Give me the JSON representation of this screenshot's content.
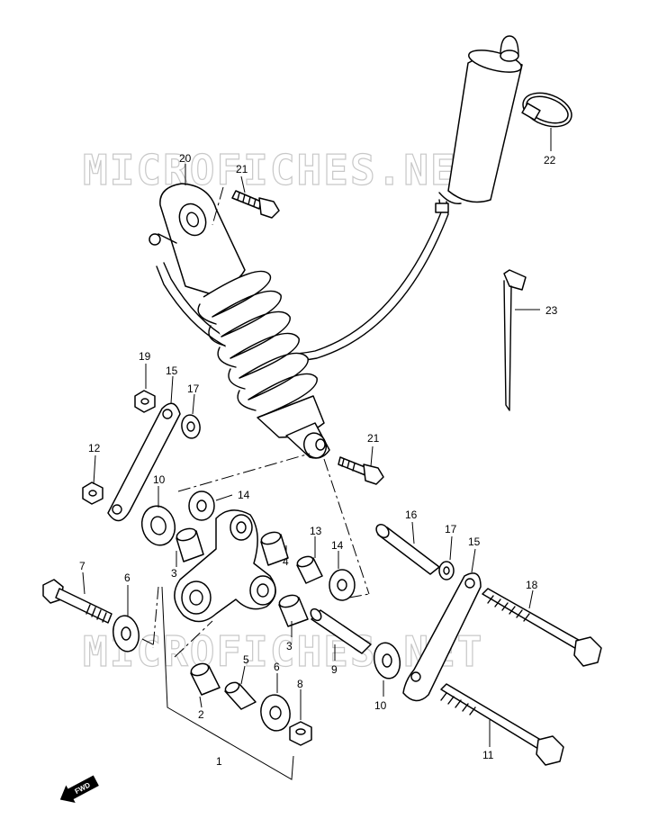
{
  "watermark": "MICROFICHES.NET",
  "fwd_label": "FWD",
  "callouts": [
    {
      "id": "c1",
      "label": "1"
    },
    {
      "id": "c2",
      "label": "2"
    },
    {
      "id": "c3a",
      "label": "3"
    },
    {
      "id": "c3b",
      "label": "3"
    },
    {
      "id": "c4",
      "label": "4"
    },
    {
      "id": "c5",
      "label": "5"
    },
    {
      "id": "c6a",
      "label": "6"
    },
    {
      "id": "c6b",
      "label": "6"
    },
    {
      "id": "c7",
      "label": "7"
    },
    {
      "id": "c8",
      "label": "8"
    },
    {
      "id": "c9",
      "label": "9"
    },
    {
      "id": "c10a",
      "label": "10"
    },
    {
      "id": "c10b",
      "label": "10"
    },
    {
      "id": "c11",
      "label": "11"
    },
    {
      "id": "c12",
      "label": "12"
    },
    {
      "id": "c13",
      "label": "13"
    },
    {
      "id": "c14a",
      "label": "14"
    },
    {
      "id": "c14b",
      "label": "14"
    },
    {
      "id": "c15a",
      "label": "15"
    },
    {
      "id": "c15b",
      "label": "15"
    },
    {
      "id": "c16",
      "label": "16"
    },
    {
      "id": "c17a",
      "label": "17"
    },
    {
      "id": "c17b",
      "label": "17"
    },
    {
      "id": "c18",
      "label": "18"
    },
    {
      "id": "c19",
      "label": "19"
    },
    {
      "id": "c20",
      "label": "20"
    },
    {
      "id": "c21a",
      "label": "21"
    },
    {
      "id": "c21b",
      "label": "21"
    },
    {
      "id": "c22",
      "label": "22"
    },
    {
      "id": "c23",
      "label": "23"
    }
  ]
}
